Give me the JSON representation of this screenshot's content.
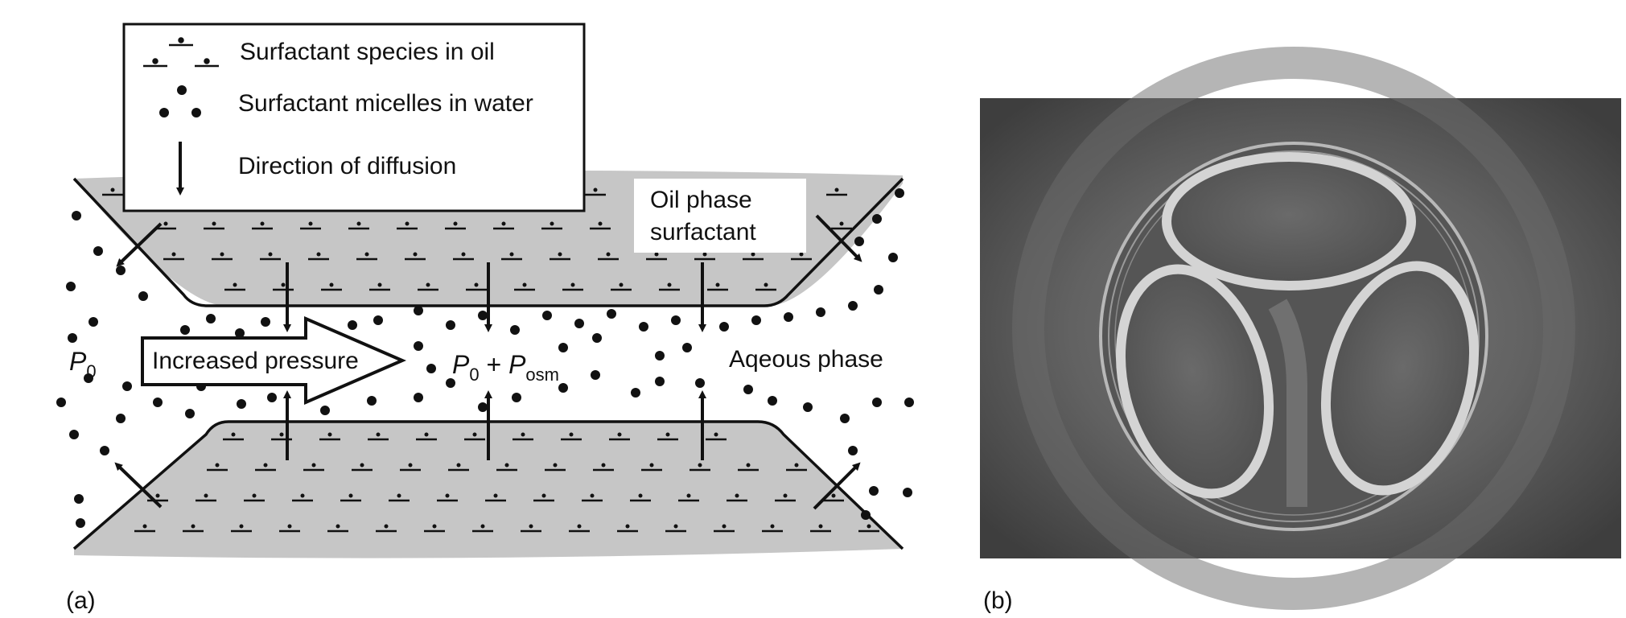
{
  "legend": {
    "oil_species": "Surfactant species in oil",
    "micelles": "Surfactant micelles in water",
    "diffusion": "Direction of diffusion"
  },
  "labels": {
    "oil_phase_line1": "Oil phase",
    "oil_phase_line2": "surfactant",
    "left_pressure_var": "P",
    "left_pressure_sub": "0",
    "increased_pressure": "Increased pressure",
    "center_p": "P",
    "center_p_sub": "0",
    "center_plus": " + ",
    "center_posm": "P",
    "center_posm_sub": "osm",
    "aqueous_phase": "Aqeous phase"
  },
  "panels": {
    "a": "(a)",
    "b": "(b)"
  },
  "photo": {
    "description_icon": "interference-fringe-photo"
  },
  "colors": {
    "oil_fill": "#c6c6c6",
    "ink": "#111111",
    "photo_bg": "#5e5e5e"
  }
}
